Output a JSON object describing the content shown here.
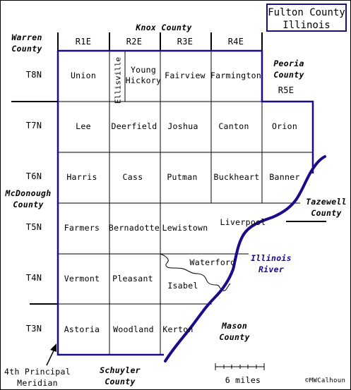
{
  "title": {
    "line1": "Fulton County",
    "line2": "Illinois"
  },
  "neighbors": {
    "knox": "Knox County",
    "warren_1": "Warren",
    "warren_2": "County",
    "peoria_1": "Peoria",
    "peoria_2": "County",
    "mcdonough_1": "McDonough",
    "mcdonough_2": "County",
    "tazewell_1": "Tazewell",
    "tazewell_2": "County",
    "mason_1": "Mason",
    "mason_2": "County",
    "schuyler_1": "Schuyler",
    "schuyler_2": "County"
  },
  "ranges": [
    "R1E",
    "R2E",
    "R3E",
    "R4E",
    "R5E"
  ],
  "townships_rows": [
    "T8N",
    "T7N",
    "T6N",
    "T5N",
    "T4N",
    "T3N"
  ],
  "townships": {
    "union": "Union",
    "ellisville": "Ellisville",
    "young_hickory_1": "Young",
    "young_hickory_2": "Hickory",
    "fairview": "Fairview",
    "farmington": "Farmington",
    "lee": "Lee",
    "deerfield": "Deerfield",
    "joshua": "Joshua",
    "canton": "Canton",
    "orion": "Orion",
    "harris": "Harris",
    "cass": "Cass",
    "putman": "Putman",
    "buckheart": "Buckheart",
    "banner": "Banner",
    "farmers": "Farmers",
    "bernadotte": "Bernadotte",
    "lewistown": "Lewistown",
    "liverpool": "Liverpool",
    "vermont": "Vermont",
    "pleasant": "Pleasant",
    "waterford": "Waterford",
    "isabel": "Isabel",
    "astoria": "Astoria",
    "woodland": "Woodland",
    "kerton": "Kerton"
  },
  "river": {
    "line1": "Illinois",
    "line2": "River"
  },
  "meridian": {
    "line1": "4th Principal",
    "line2": "Meridian"
  },
  "scale": "6 miles",
  "credit": "©MWCalhoun",
  "colors": {
    "boundary": "#1a0a8c",
    "river": "#1a0a8c",
    "lines": "#000000"
  }
}
